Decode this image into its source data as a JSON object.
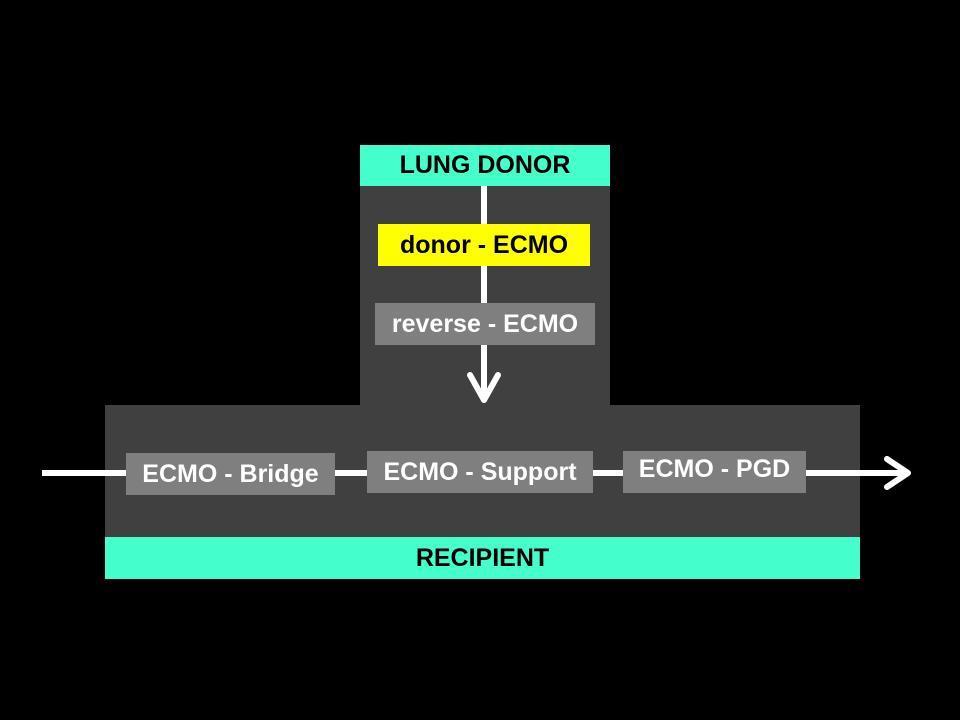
{
  "donor": {
    "header": "LUNG DONOR",
    "items": [
      "donor - ECMO",
      "reverse - ECMO"
    ]
  },
  "recipient": {
    "header": "RECIPIENT",
    "items": [
      "ECMO - Bridge",
      "ECMO - Support",
      "ECMO - PGD"
    ]
  },
  "colors": {
    "background": "#000000",
    "panel": "#404040",
    "header": "#44ffcc",
    "label_gray": "#7f7f7f",
    "highlight": "#ffff00",
    "arrow": "#ffffff"
  }
}
